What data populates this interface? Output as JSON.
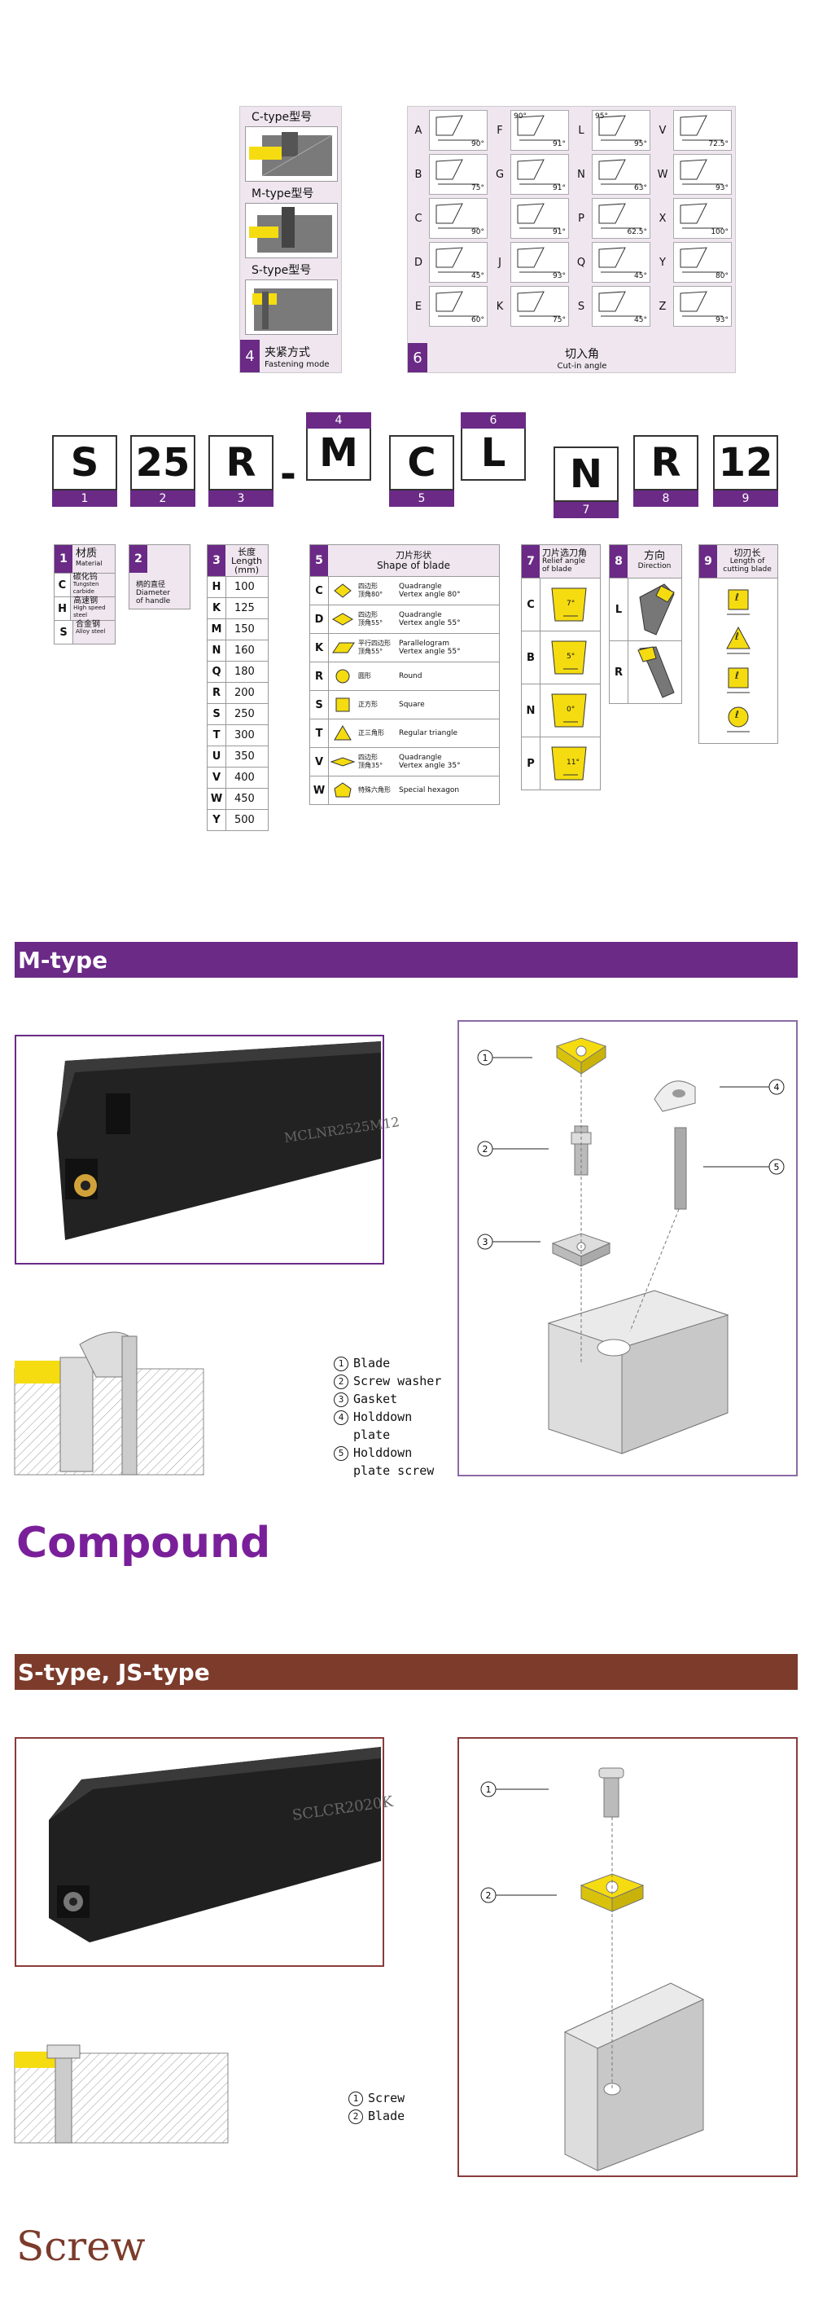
{
  "fastening": {
    "c_label": "C-type型号",
    "m_label": "M-type型号",
    "s_label": "S-type型号",
    "num": "4",
    "cn": "夹紧方式",
    "en": "Fastening mode"
  },
  "cutin": {
    "num": "6",
    "cn": "切入角",
    "en": "Cut-in angle",
    "rows": [
      [
        {
          "l": "A",
          "a": "90°"
        },
        {
          "l": "F",
          "a": "91°",
          "b": "90°"
        },
        {
          "l": "L",
          "a": "95°",
          "b": "95°"
        },
        {
          "l": "V",
          "a": "72.5°"
        }
      ],
      [
        {
          "l": "B",
          "a": "75°"
        },
        {
          "l": "G",
          "a": "91°"
        },
        {
          "l": "N",
          "a": "63°"
        },
        {
          "l": "W",
          "a": "93°"
        }
      ],
      [
        {
          "l": "C",
          "a": "90°"
        },
        {
          "l": "",
          "a": "91°"
        },
        {
          "l": "P",
          "a": "62.5°"
        },
        {
          "l": "X",
          "a": "100°"
        }
      ],
      [
        {
          "l": "D",
          "a": "45°"
        },
        {
          "l": "J",
          "a": "93°"
        },
        {
          "l": "Q",
          "a": "45°"
        },
        {
          "l": "Y",
          "a": "80°"
        }
      ],
      [
        {
          "l": "E",
          "a": "60°"
        },
        {
          "l": "K",
          "a": "75°"
        },
        {
          "l": "S",
          "a": "45°"
        },
        {
          "l": "Z",
          "a": "93°"
        }
      ]
    ]
  },
  "code": {
    "letters": [
      "S",
      "25",
      "R",
      "-",
      "M",
      "C",
      "L",
      "N",
      "R",
      "12"
    ],
    "nums": [
      "1",
      "2",
      "3",
      "4",
      "5",
      "6",
      "7",
      "8",
      "9"
    ]
  },
  "material": {
    "num": "1",
    "cn": "材质",
    "en": "Material",
    "rows": [
      {
        "k": "C",
        "cn": "碳化钨",
        "en": "Tungsten carbide"
      },
      {
        "k": "H",
        "cn": "高速钢",
        "en": "High speed steel"
      },
      {
        "k": "S",
        "cn": "合金钢",
        "en": "Alloy steel"
      }
    ]
  },
  "diameter": {
    "num": "2",
    "cn": "柄的直径",
    "en1": "Diameter",
    "en2": "of handle"
  },
  "length": {
    "num": "3",
    "cn": "长度",
    "en": "Length",
    "unit": "(mm)",
    "rows": [
      [
        "H",
        "100"
      ],
      [
        "K",
        "125"
      ],
      [
        "M",
        "150"
      ],
      [
        "N",
        "160"
      ],
      [
        "Q",
        "180"
      ],
      [
        "R",
        "200"
      ],
      [
        "S",
        "250"
      ],
      [
        "T",
        "300"
      ],
      [
        "U",
        "350"
      ],
      [
        "V",
        "400"
      ],
      [
        "W",
        "450"
      ],
      [
        "Y",
        "500"
      ]
    ]
  },
  "shape": {
    "num": "5",
    "cn": "刀片形状",
    "en": "Shape of blade",
    "rows": [
      {
        "k": "C",
        "cn1": "四边形",
        "cn2": "顶角80°",
        "en1": "Quadrangle",
        "en2": "Vertex angle 80°"
      },
      {
        "k": "D",
        "cn1": "四边形",
        "cn2": "顶角55°",
        "en1": "Quadrangle",
        "en2": "Vertex angle 55°"
      },
      {
        "k": "K",
        "cn1": "平行四边形",
        "cn2": "顶角55°",
        "en1": "Parallelogram",
        "en2": "Vertex angle 55°"
      },
      {
        "k": "R",
        "cn1": "圆形",
        "cn2": "",
        "en1": "Round",
        "en2": ""
      },
      {
        "k": "S",
        "cn1": "正方形",
        "cn2": "",
        "en1": "Square",
        "en2": ""
      },
      {
        "k": "T",
        "cn1": "正三角形",
        "cn2": "",
        "en1": "Regular triangle",
        "en2": ""
      },
      {
        "k": "V",
        "cn1": "四边形",
        "cn2": "顶角35°",
        "en1": "Quadrangle",
        "en2": "Vertex angle 35°"
      },
      {
        "k": "W",
        "cn1": "特殊六角形",
        "cn2": "",
        "en1": "Special hexagon",
        "en2": ""
      }
    ]
  },
  "relief": {
    "num": "7",
    "cn": "刀片选刀角",
    "en1": "Relief angle",
    "en2": "of blade",
    "rows": [
      [
        "C",
        "7°"
      ],
      [
        "B",
        "5°"
      ],
      [
        "N",
        "0°"
      ],
      [
        "P",
        "11°"
      ]
    ]
  },
  "direction": {
    "num": "8",
    "cn": "方向",
    "en": "Direction",
    "rows": [
      "L",
      "R"
    ]
  },
  "cutting": {
    "num": "9",
    "cn": "切刃长",
    "en1": "Length of",
    "en2": "cutting blade",
    "marks": [
      "ℓ",
      "ℓ",
      "ℓ",
      "ℓ"
    ]
  },
  "mtype": {
    "header": "M-type",
    "tool_text": "MCLNR2525M12",
    "legend": [
      "Blade",
      "Screw washer",
      "Gasket",
      "Holddown plate",
      "Holddown plate screw"
    ],
    "callouts": [
      "1",
      "2",
      "3",
      "4",
      "5"
    ],
    "caption": "Compound"
  },
  "stype": {
    "header": "S-type, JS-type",
    "tool_text": "SCLCR2020K",
    "legend": [
      "Screw",
      "Blade"
    ],
    "callouts": [
      "1",
      "2"
    ],
    "caption": "Screw"
  },
  "colors": {
    "purple": "#6a2a86",
    "brown": "#7c3b2b",
    "yellow": "#f5dc10"
  }
}
